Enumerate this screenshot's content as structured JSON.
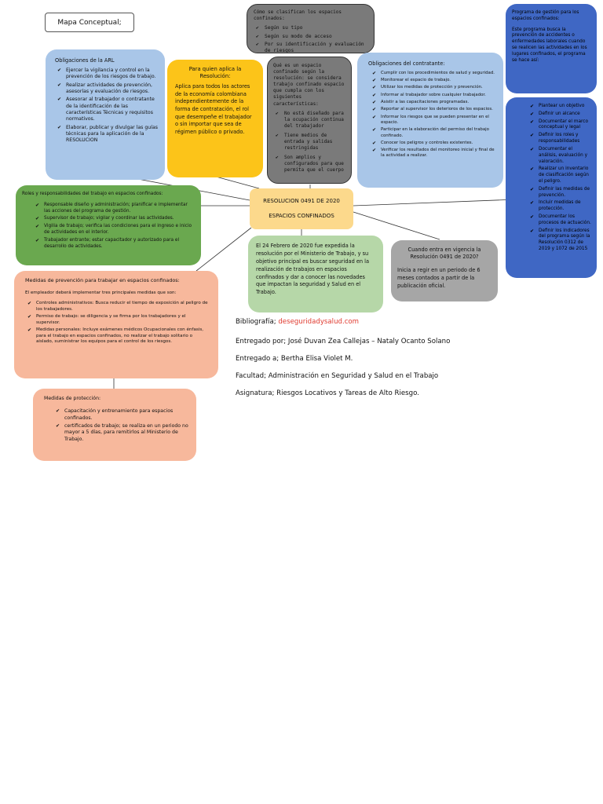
{
  "title_box": "Mapa Conceptual;",
  "arl": {
    "title": "Obligaciones de la ARL",
    "items": [
      "Ejercer la vigilancia y control en la prevención de los riesgos de trabajo.",
      "Realizar actividades de prevención, asesorías y evaluación de riesgos.",
      "Asesorar al trabajador o contratante de la identificación de las características Técnicas y requisitos normativos.",
      "Elaborar, publicar y divulgar las guías técnicas para la aplicación de la RESOLUCION"
    ]
  },
  "aplica": {
    "title": "Para quien aplica la Resolución:",
    "text": "Aplica para todos los actores de la economía colombiana independientemente de la forma de contratación, el rol que desempeñe el trabajador o sin importar que sea de régimen público o privado."
  },
  "clasif": {
    "title": "Cómo se clasifican los espacios confinados:",
    "items": [
      "Según su tipo",
      "Según su modo de acceso",
      "Por su identificación y evaluación de riesgos"
    ]
  },
  "que_es": {
    "title": "Qué es un espacio confinado según la resolución: se considera trabajo confinado espacio que cumpla con los siguientes características:",
    "items": [
      "No está diseñado para la ocupación continua del trabajador",
      "Tiene medios de entrada y salidas restringidas",
      "Son amplios y configurados para que permita que el cuerpo"
    ]
  },
  "contratante": {
    "title": "Obligaciones del contratante:",
    "items": [
      "Cumplir con los procedimientos de salud y seguridad.",
      "Monitorear el espacio de trabajo.",
      "Utilizar los medidas de protección y prevención.",
      "Informar al trabajador sobre cualquier trabajador.",
      "Asistir a las capacitaciones programadas.",
      "Reportar al supervisor los deterioros de los espacios.",
      "Informar los riesgos que se pueden presentar en el espacio.",
      "Participar en la elaboración del permiso del trabajo confinado.",
      "Conocer los peligros y controles existentes.",
      "Verificar los resultados del monitoreo inicial y final de la actividad a realizar."
    ]
  },
  "programa": {
    "title": "Programa de gestión para los espacios confinados:",
    "text": "Este programa busca la prevención de accidentes o enfermedades laborales cuando se realicen las actividades en los lugares confinados, el programa se hace así:"
  },
  "programa_steps": {
    "items": [
      "Plantear un objetivo",
      "Definir un alcance",
      "Documentar el marco conceptual y legal",
      "Definir los roles y responsabilidades",
      "Documentar el análisis, evaluación y valoración.",
      "Realizar un inventario de clasificación según el peligro.",
      "Definir las medidas de prevención.",
      "Incluir medidas de protección.",
      "Documentar los procesos de actuación.",
      "Definir los indicadores del programa según la Resolución 0312 de 2019 y 1072 de 2015"
    ]
  },
  "roles": {
    "title": "Roles y responsabilidades del trabajo en espacios confinados:",
    "items": [
      "Responsable diseño y administración; planificar e implementar las acciones del programa de gestión.",
      "Supervisor de trabajo; vigilar y coordinar las actividades.",
      "Vigilia de trabajo; verifica las condiciones para el ingreso e inicio de actividades en el interior.",
      "Trabajador entrante; estar capacitador y autorizado para el desarrollo de actividades."
    ]
  },
  "center": {
    "line1": "RESOLUCION 0491 DE 2020",
    "line2": "ESPACIOS CONFINADOS"
  },
  "fecha": {
    "text": "El 24 Febrero de 2020 fue expedida la resolución por el Ministerio de Trabajo, y su objetivo principal es buscar seguridad en la realización de trabajos en espacios confinados y dar a conocer las novedades que impactan la seguridad y Salud en el Trabajo."
  },
  "vigencia": {
    "title": "Cuando entra en vigencia la Resolución 0491 de 2020?",
    "text": "Inicia a regir en un periodo de 6 meses contados a partir de la publicación oficial."
  },
  "medidas_prev": {
    "title": "Medidas de prevención para trabajar en espacios confinados:",
    "intro": "El empleador deberá implementar tres principales medidas que son:",
    "items": [
      "Controles administrativos: Busca reducir el tiempo de exposición al peligro de los trabajadores.",
      "Permiso de trabajo: se diligencia y se firma por los trabajadores y el supervisor.",
      "Medidas personales: Incluye exámenes médicos Ocupacionales con énfasis, para el trabajo en espacios confinados, no realizar el trabajo solitario o aislado, suministrar los equipos para el control de los riesgos."
    ]
  },
  "medidas_prot": {
    "title": "Medidas de protección:",
    "items": [
      "Capacitación y entrenamiento para espacios confinados.",
      "certificados de trabajo; se realiza en un periodo no mayor a 5 días, para remitirlos al Ministerio de Trabajo."
    ]
  },
  "info": {
    "bib_label": "Bibliografía;",
    "bib_link": "deseguridadysalud.com",
    "entregado_por": "Entregado por; José Duvan Zea Callejas – Nataly Ocanto Solano",
    "entregado_a": "Entregado a; Bertha Elisa Violet M.",
    "facultad": "Facultad; Administración en Seguridad y Salud en el Trabajo",
    "asignatura": "Asignatura; Riesgos Locativos y Tareas de Alto Riesgo."
  },
  "colors": {
    "light_blue": "#a9c6e8",
    "orange": "#fcc419",
    "dark_gray": "#7a7a7a",
    "dark_blue": "#3f67c4",
    "green": "#6aa84f",
    "peach": "#f7b89c",
    "light_green": "#b6d7a8",
    "gray": "#a6a6a6",
    "center": "#fcd98c"
  }
}
